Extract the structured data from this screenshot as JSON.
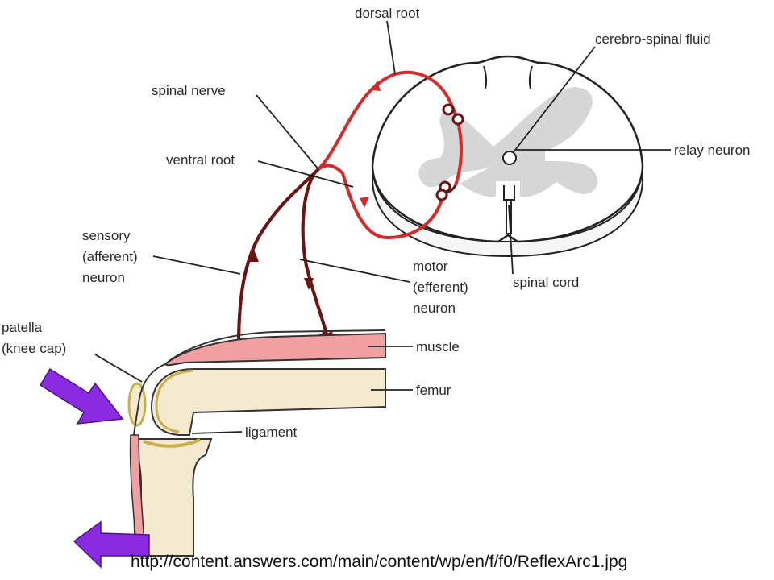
{
  "labels": {
    "dorsal_root": "dorsal root",
    "cerebro_spinal_fluid": "cerebro-spinal fluid",
    "spinal_nerve": "spinal nerve",
    "relay_neuron": "relay neuron",
    "ventral_root": "ventral root",
    "sensory": [
      "sensory",
      "(afferent)",
      "neuron"
    ],
    "motor": [
      "motor",
      "(efferent)",
      "neuron"
    ],
    "spinal_cord": "spinal cord",
    "patella": [
      "patella",
      "(knee cap)"
    ],
    "muscle": "muscle",
    "femur": "femur",
    "ligament": "ligament"
  },
  "source_url": "http://content.answers.com/main/content/wp/en/f/f0/ReflexArc1.jpg",
  "colors": {
    "sensory_path": "#d42a2a",
    "motor_path": "#6b1414",
    "grey_matter": "#d6d6d6",
    "muscle": "#f0a0a0",
    "bone": "#f4ead0",
    "tendon": "#c9b04a",
    "arrow": "#8a2be2"
  }
}
